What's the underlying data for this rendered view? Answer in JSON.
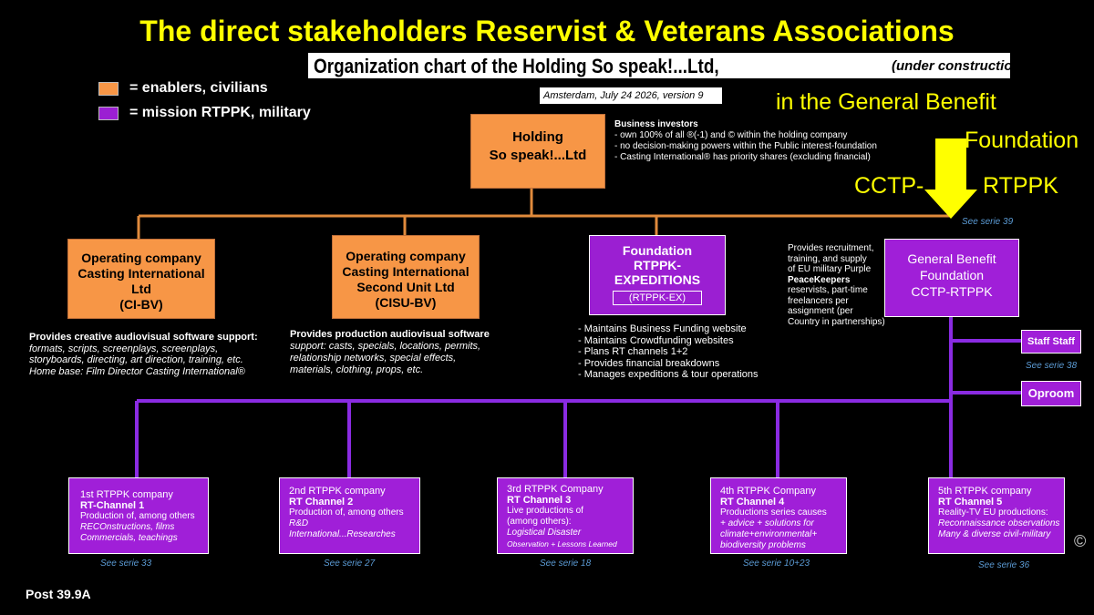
{
  "title": "The direct stakeholders Reservist & Veterans Associations",
  "subtitle": "Organization chart of the Holding So speak!...Ltd,",
  "subtitle_note": "(under construction)",
  "version": "Amsterdam, July 24   2026, version 9",
  "legend": [
    {
      "label": "= enablers, civilians",
      "color": "#f79646"
    },
    {
      "label": "= mission RTPPK, military",
      "color": "#9b1fd2"
    }
  ],
  "annotation": {
    "line1": "in the General Benefit",
    "line2": "Foundation",
    "left": "CCTP-",
    "right": "RTPPK",
    "see": "See serie 39"
  },
  "holding": {
    "line1": "Holding",
    "line2": "So speak!...Ltd"
  },
  "investors": {
    "heading": "Business investors",
    "items": [
      "- own 100% of all ®(-1) and © within the holding company",
      "- no decision-making powers within the Public interest-foundation",
      "- Casting International® has priority shares (excluding financial)"
    ]
  },
  "companies": [
    {
      "line1": "Operating company",
      "line2": "Casting International",
      "line3": "Ltd",
      "line4": "(CI-BV)",
      "desc_heading": "Provides creative audiovisual software support:",
      "desc": [
        "formats, scripts, screenplays, screenplays,",
        "storyboards, directing, art direction, training, etc.",
        "Home base: Film Director Casting International®"
      ]
    },
    {
      "line1": "Operating company",
      "line2": "Casting International",
      "line3": "Second Unit Ltd",
      "line4": "(CISU-BV)",
      "desc_heading": "Provides production audiovisual software",
      "desc": [
        "support: casts, specials, locations, permits,",
        "relationship networks, special effects,",
        "materials, clothing, props, etc."
      ]
    }
  ],
  "expeditions": {
    "line1": "Foundation",
    "line2": "RTPPK-",
    "line3": "EXPEDITIONS",
    "code": "(RTPPK-EX)",
    "items": [
      "- Maintains Business Funding website",
      "- Maintains Crowdfunding websites",
      "- Plans RT channels 1+2",
      "- Provides financial breakdowns",
      "- Manages expeditions & tour operations"
    ]
  },
  "general_benefit": {
    "line1": "General Benefit",
    "line2": "Foundation",
    "line3": "CCTP-RTPPK",
    "desc": [
      "Provides recruitment,",
      "training, and supply",
      "of EU military Purple",
      "PeaceKeepers",
      "reservists, part-time",
      "freelancers per",
      "assignment (per",
      "Country in partnerships)"
    ]
  },
  "side_boxes": [
    {
      "label": "Staff Staff",
      "see": "See serie 38"
    },
    {
      "label": "Oproom",
      "see": ""
    }
  ],
  "channels": [
    {
      "company": "1st RTPPK company",
      "name": "RT-Channel 1",
      "lines": [
        "Production of, among others",
        "RECOnstructions, films",
        "Commercials, teachings"
      ],
      "see": "See serie 33"
    },
    {
      "company": "2nd RTPPK company",
      "name": "RT Channel 2",
      "lines": [
        "Production of, among others",
        " R&D",
        "International...Researches"
      ],
      "see": "See serie 27"
    },
    {
      "company": "3rd RTPPK Company",
      "name": "RT Channel 3",
      "lines": [
        "Live productions of",
        "(among others):",
        "Logistical Disaster",
        "Observation + Lessons Learned"
      ],
      "see": "See serie 18"
    },
    {
      "company": "4th RTPPK Company",
      "name": "RT Channel 4",
      "lines": [
        "Productions series causes",
        "+ advice + solutions for",
        "climate+environmental+",
        "biodiversity problems"
      ],
      "see": "See serie 10+23"
    },
    {
      "company": "5th RTPPK company",
      "name": "RT Channel 5",
      "lines": [
        "Reality-TV EU productions:",
        "Reconnaissance observations",
        "Many & diverse civil-military"
      ],
      "see": "See serie 36"
    }
  ],
  "post": "Post 39.9A",
  "copyright": "©"
}
